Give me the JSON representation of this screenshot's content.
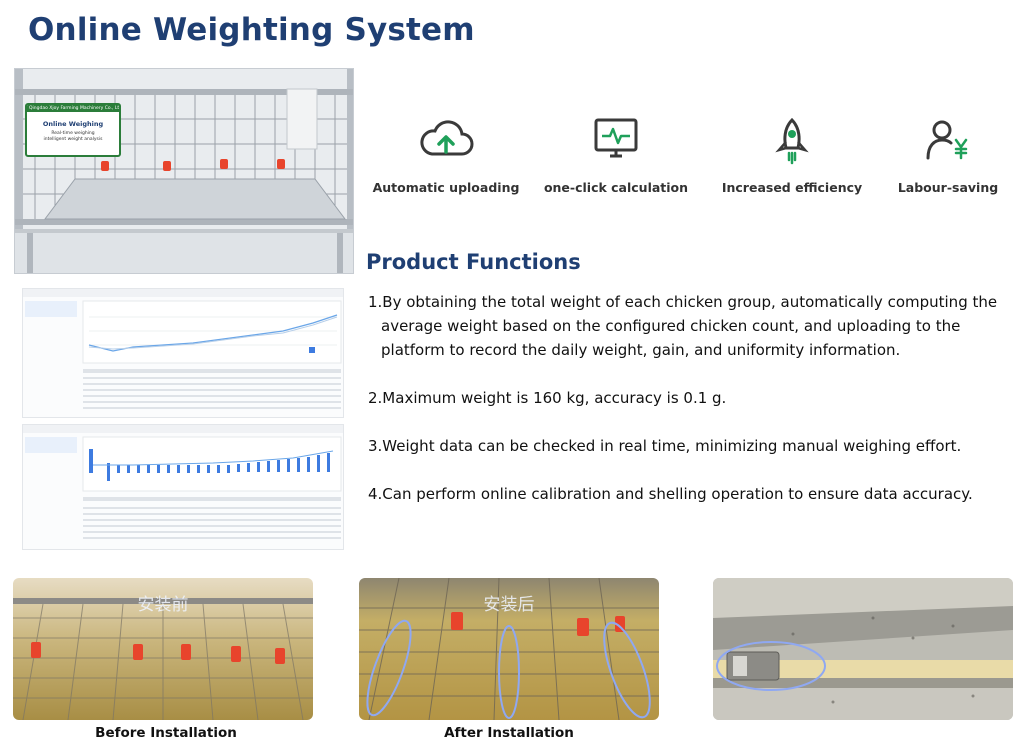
{
  "title": "Online Weighting System",
  "sign": {
    "company": "Qingdao Xjoy Farming Machinery Co., Ltd.",
    "title": "Online Weighing",
    "subtitle_line1": "Real-time weighing",
    "subtitle_line2": "intelligent weight analysis"
  },
  "features": [
    {
      "icon": "cloud-upload-icon",
      "label": "Automatic uploading"
    },
    {
      "icon": "monitor-pulse-icon",
      "label": "one-click calculation"
    },
    {
      "icon": "rocket-icon",
      "label": "Increased efficiency"
    },
    {
      "icon": "person-yen-icon",
      "label": "Labour-saving"
    }
  ],
  "colors": {
    "title_blue": "#1f3f73",
    "icon_green": "#1fa05a",
    "icon_dark": "#3a3a3a",
    "feeder_red": "#e8442c"
  },
  "section_title": "Product Functions",
  "functions": [
    "1.By obtaining the total weight of each chicken group, automatically computing the average weight based on the configured chicken count, and uploading to the platform to record the daily weight, gain, and uniformity information.",
    "2.Maximum weight is 160 kg, accuracy is 0.1 g.",
    "3.Weight data can be checked in real time, minimizing manual weighing effort.",
    "4.Can perform online calibration and shelling operation to ensure data accuracy."
  ],
  "photos": {
    "before_overlay": "安装前",
    "after_overlay": "安装后"
  },
  "captions": {
    "before": "Before Installation",
    "after": "After Installation"
  }
}
